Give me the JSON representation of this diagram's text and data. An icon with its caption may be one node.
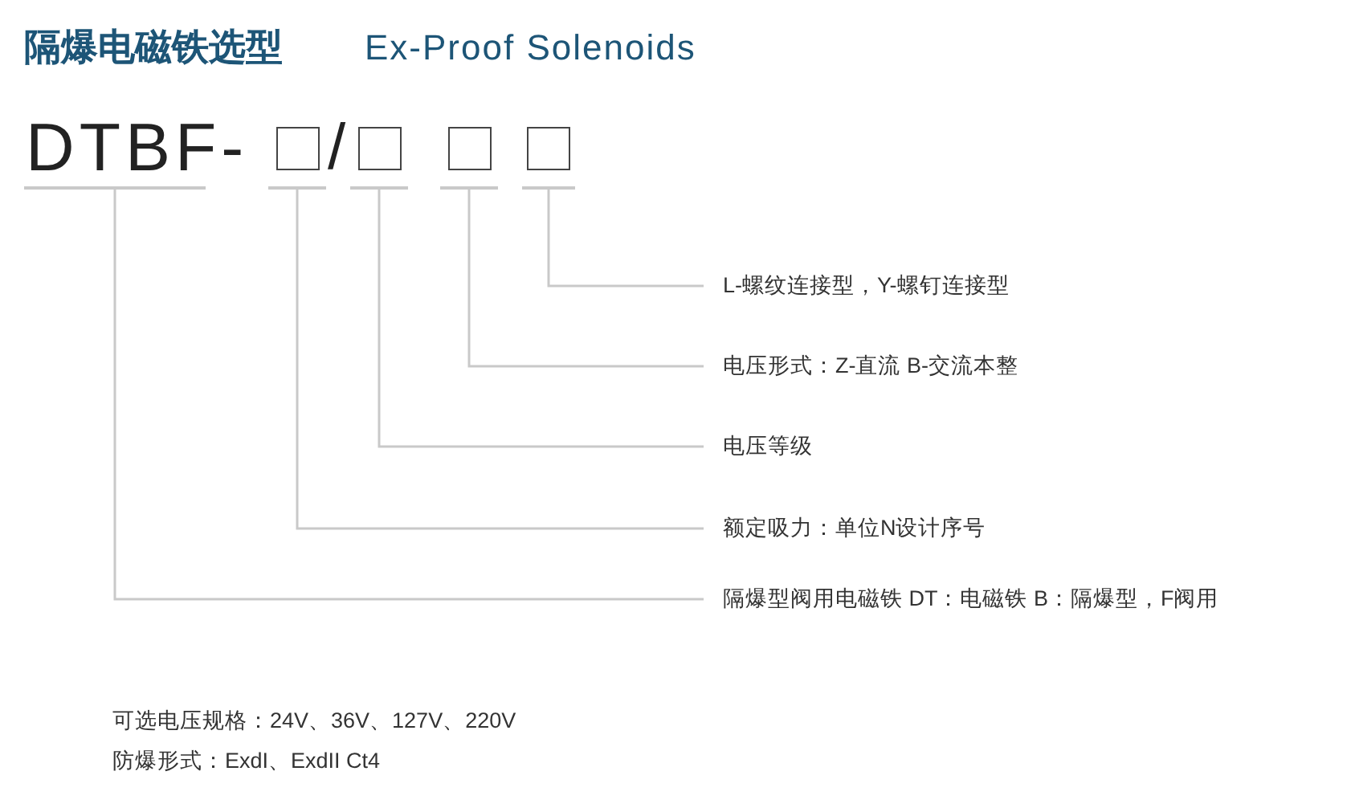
{
  "diagram": {
    "title": "隔爆电磁铁选型",
    "nodes": [
      {
        "text": [
          "DTBF-"
        ]
      },
      {
        "text": [],
        "shape": "box"
      },
      {
        "text": [],
        "shape": "box"
      },
      {
        "text": [],
        "shape": "box"
      },
      {
        "text": [],
        "shape": "box"
      },
      {
        "text": [
          "L-螺纹连接型，Y-螺钉连接型"
        ]
      },
      {
        "text": [
          "电压形式：Z-直流 B-交流本整"
        ]
      },
      {
        "text": [
          "电压等级"
        ]
      },
      {
        "text": [
          "额定吸力：单位N设计序号"
        ]
      },
      {
        "text": [
          "隔爆型阀用电磁铁 DT：电磁铁 B：隔爆型，F阀用"
        ]
      }
    ],
    "edges": [
      {
        "from": 4,
        "to": 5,
        "arrow": "none"
      },
      {
        "from": 3,
        "to": 6,
        "arrow": "none"
      },
      {
        "from": 2,
        "to": 7,
        "arrow": "none"
      },
      {
        "from": 1,
        "to": 8,
        "arrow": "none"
      },
      {
        "from": 0,
        "to": 9,
        "arrow": "none"
      }
    ],
    "labels": [
      "Ex-Proof Solenoids",
      "/",
      "可选电压规格：24V、36V、127V、220V",
      "防爆形式：ExdI、ExdII Ct4"
    ]
  }
}
